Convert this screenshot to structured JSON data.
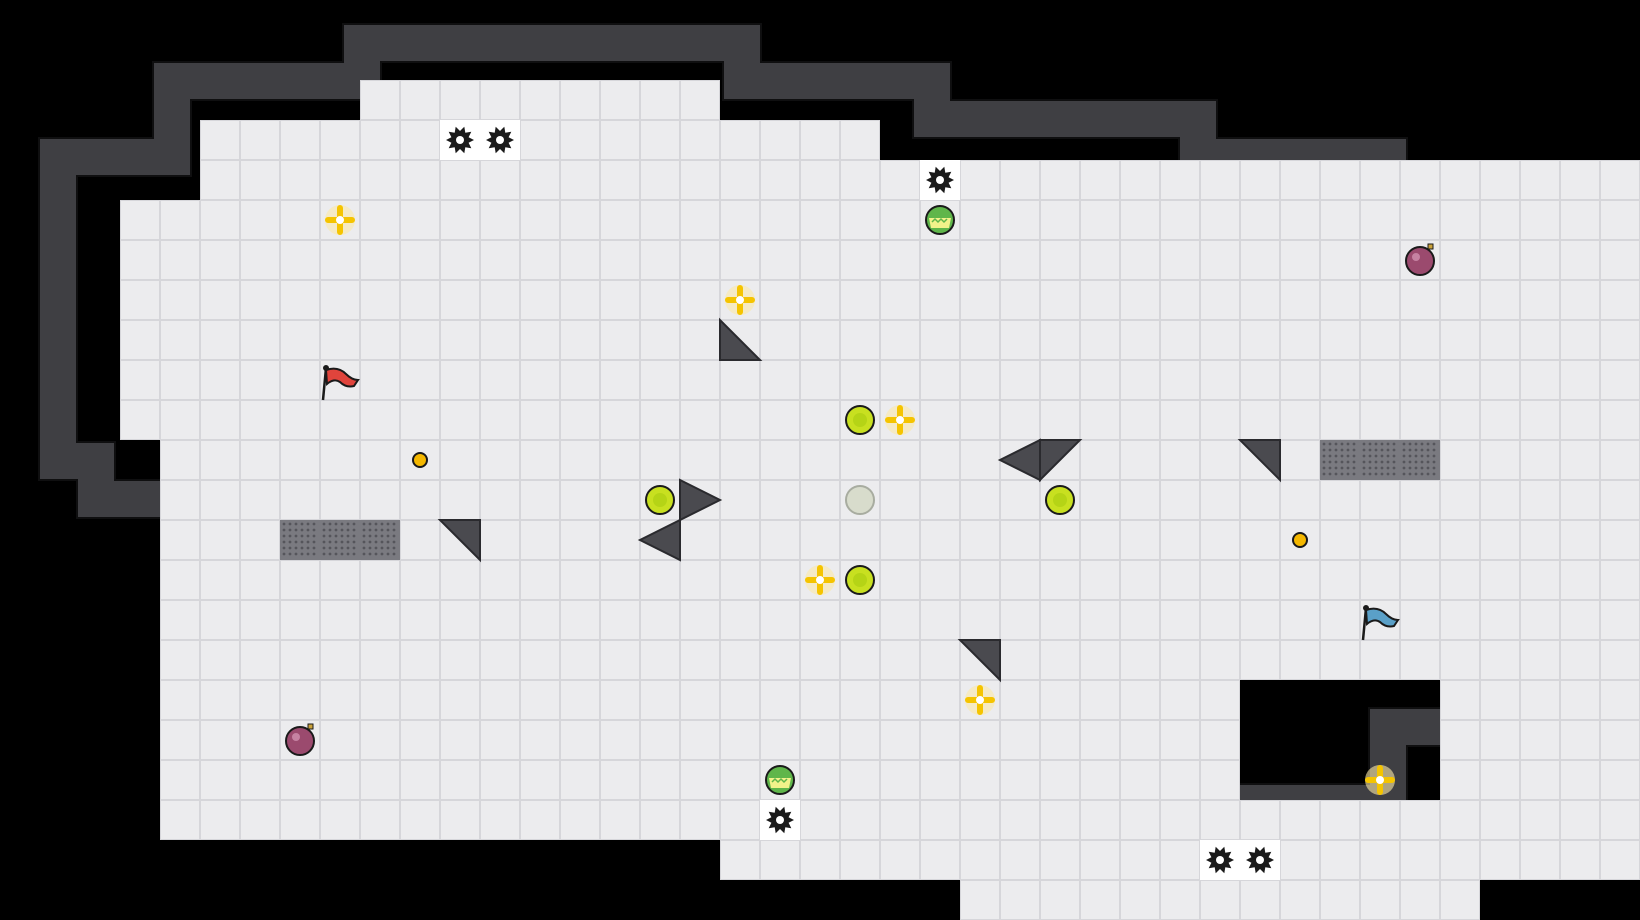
{
  "colors": {
    "background": "#000000",
    "wall": "#4a4a4f",
    "wall_edge": "#2a2a2e",
    "floor": "#ececee",
    "grid": "#d6d6da",
    "grate": "#7a7a80",
    "red_team": "#e0443c",
    "blue_team": "#5aa0c8",
    "boost": "#f5c400",
    "bomb": "#9b4a6e",
    "powerup": "#c8e020",
    "juke_juice": "#5fb64a"
  },
  "map": {
    "cell_size": 40,
    "floor_rects": [
      [
        6,
        3,
        14,
        3
      ],
      [
        8,
        1,
        9,
        11
      ],
      [
        11,
        1,
        6,
        1
      ],
      [
        9,
        2,
        12,
        9
      ],
      [
        2,
        4,
        10,
        6
      ],
      [
        4,
        2,
        4,
        5
      ],
      [
        3,
        10,
        17,
        10
      ],
      [
        6,
        12,
        15,
        7
      ],
      [
        20,
        3,
        10,
        16
      ],
      [
        28,
        3,
        13,
        6
      ],
      [
        33,
        4,
        8,
        2
      ],
      [
        29,
        9,
        16,
        7
      ],
      [
        35,
        9,
        8,
        10
      ],
      [
        42,
        10,
        8,
        6
      ],
      [
        38,
        11,
        5,
        7
      ],
      [
        46,
        11,
        3,
        7
      ],
      [
        17,
        19,
        4,
        2
      ],
      [
        11,
        19,
        7,
        1
      ],
      [
        20,
        19,
        18,
        2
      ],
      [
        23,
        19,
        6,
        3
      ],
      [
        38,
        18,
        9,
        3
      ],
      [
        29,
        21,
        7,
        1
      ]
    ],
    "wall_outline": [
      [
        9,
        1
      ],
      [
        19,
        1
      ],
      [
        19,
        2
      ],
      [
        24,
        2
      ],
      [
        24,
        3
      ],
      [
        31,
        3
      ],
      [
        31,
        4
      ],
      [
        36,
        4
      ],
      [
        36,
        10
      ],
      [
        39,
        10
      ],
      [
        39,
        11
      ],
      [
        40,
        11
      ],
      [
        40,
        19
      ],
      [
        36,
        19
      ],
      [
        36,
        21
      ],
      [
        32,
        21
      ],
      [
        32,
        22
      ],
      [
        22,
        22
      ],
      [
        22,
        21
      ],
      [
        17,
        21
      ],
      [
        17,
        20
      ],
      [
        10,
        20
      ],
      [
        10,
        19
      ],
      [
        5,
        19
      ],
      [
        5,
        13
      ],
      [
        2,
        13
      ],
      [
        2,
        12
      ],
      [
        1,
        12
      ],
      [
        1,
        4
      ],
      [
        4,
        4
      ],
      [
        4,
        2
      ],
      [
        9,
        2
      ],
      [
        9,
        1
      ]
    ],
    "grates": [
      [
        6,
        12
      ],
      [
        7,
        12
      ],
      [
        8,
        12
      ],
      [
        32,
        10
      ],
      [
        33,
        10
      ],
      [
        34,
        10
      ]
    ],
    "spikes": [
      [
        10,
        2
      ],
      [
        11,
        2
      ],
      [
        22,
        3
      ],
      [
        18,
        19
      ],
      [
        29,
        20
      ],
      [
        30,
        20
      ]
    ],
    "boosts": [
      [
        7,
        4
      ],
      [
        17,
        6
      ],
      [
        21,
        9
      ],
      [
        19,
        13
      ],
      [
        23,
        16
      ],
      [
        33,
        18
      ]
    ],
    "bombs": [
      [
        34,
        5
      ],
      [
        6,
        17
      ]
    ],
    "powerups": [
      [
        15,
        11
      ],
      [
        20,
        9
      ],
      [
        25,
        11
      ],
      [
        20,
        13
      ]
    ],
    "inactive_powerups": [
      [
        20,
        11
      ]
    ],
    "juke_juice": [
      [
        22,
        4
      ],
      [
        18,
        18
      ]
    ],
    "coins": [
      [
        9,
        10
      ],
      [
        31,
        12
      ]
    ],
    "triangles": [
      [
        17,
        7,
        "bl"
      ],
      [
        10,
        12,
        "tr"
      ],
      [
        16,
        11,
        "l"
      ],
      [
        15,
        12,
        "r"
      ],
      [
        24,
        10,
        "r"
      ],
      [
        25,
        10,
        "tl"
      ],
      [
        30,
        10,
        "tr"
      ],
      [
        23,
        15,
        "tr"
      ]
    ],
    "flags": [
      {
        "team": "red",
        "cell": [
          7,
          8
        ]
      },
      {
        "team": "blue",
        "cell": [
          33,
          14
        ]
      }
    ]
  }
}
